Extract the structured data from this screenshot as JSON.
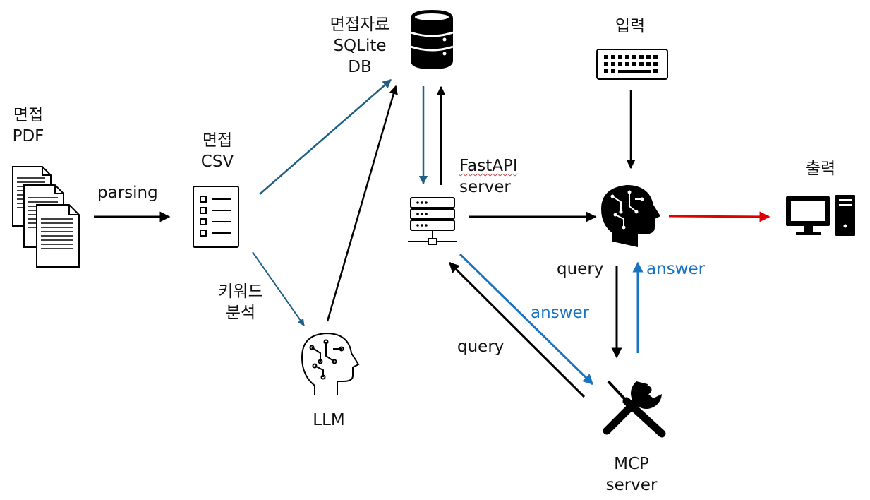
{
  "nodes": {
    "pdf": {
      "line1": "면접",
      "line2": "PDF"
    },
    "csv": {
      "line1": "면접",
      "line2": "CSV"
    },
    "db": {
      "line1": "면접자료",
      "line2": "SQLite",
      "line3": "DB"
    },
    "input": {
      "label": "입력"
    },
    "fastapi": {
      "line1": "FastAPI",
      "line2": "server"
    },
    "output": {
      "label": "출력"
    },
    "llm": {
      "label": "LLM"
    },
    "mcp": {
      "line1": "MCP",
      "line2": "server"
    }
  },
  "edges": {
    "parsing": "parsing",
    "keyword": {
      "line1": "키워드",
      "line2": "분석"
    },
    "query_right": "query",
    "answer_right": "answer",
    "answer_diag": "answer",
    "query_diag": "query"
  },
  "colors": {
    "black": "#000000",
    "blue": "#1f5f85",
    "answer_blue": "#1a73c0",
    "red": "#e00000"
  }
}
